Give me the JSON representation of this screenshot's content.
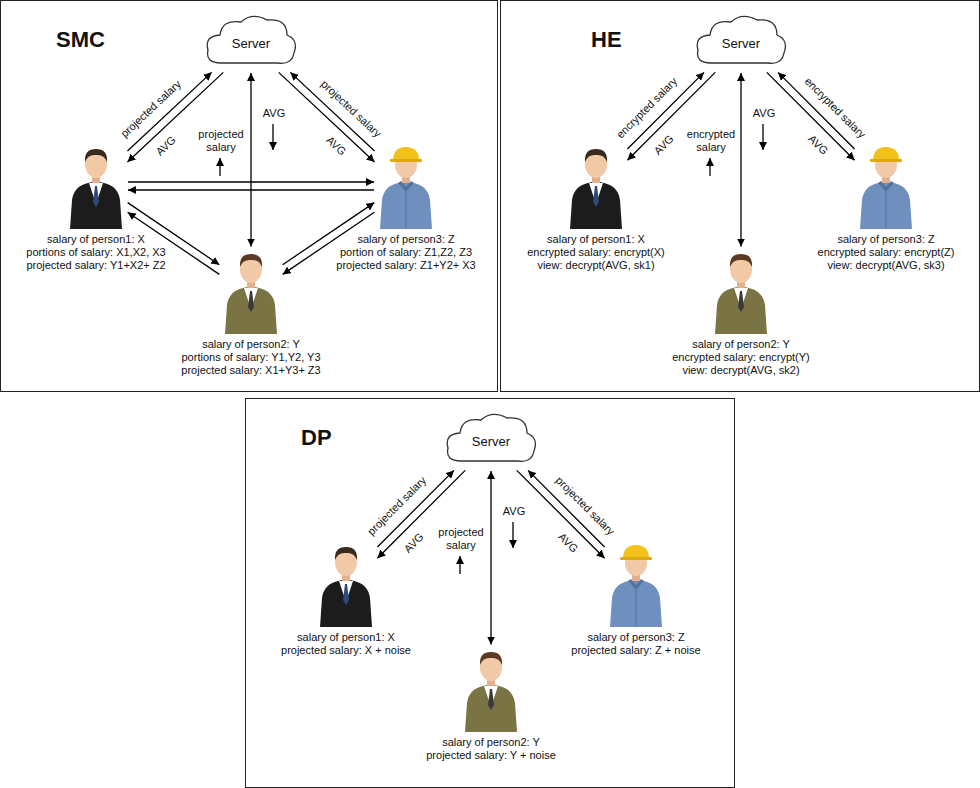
{
  "diagram": {
    "nodes": [
      {
        "text": [
          "SMC"
        ]
      },
      {
        "text": [
          "Server"
        ],
        "in": 0
      },
      {
        "text": [
          "salary of person1: X",
          "portions of salary: X1,X2, X3",
          "projected salary: Y1+X2+ Z2"
        ],
        "in": 0
      },
      {
        "text": [
          "salary of person2: Y",
          "portions of salary: Y1,Y2, Y3",
          "projected salary: X1+Y3+ Z3"
        ],
        "in": 0
      },
      {
        "text": [
          "salary of person3: Z",
          "portion of salary: Z1,Z2, Z3",
          "projected salary: Z1+Y2+ X3"
        ],
        "in": 0
      },
      {
        "text": [
          "HE"
        ]
      },
      {
        "text": [
          "Server"
        ],
        "in": 5
      },
      {
        "text": [
          "salary of person1: X",
          "encrypted salary: encrypt(X)",
          "view: decrypt(AVG, sk1)"
        ],
        "in": 5
      },
      {
        "text": [
          "salary of person2: Y",
          "encrypted salary: encrypt(Y)",
          "view: decrypt(AVG, sk2)"
        ],
        "in": 5
      },
      {
        "text": [
          "salary of person3: Z",
          "encrypted salary: encrypt(Z)",
          "view: decrypt(AVG, sk3)"
        ],
        "in": 5
      },
      {
        "text": [
          "DP"
        ]
      },
      {
        "text": [
          "Server"
        ],
        "in": 10
      },
      {
        "text": [
          "salary of person1: X",
          "projected salary: X + noise"
        ],
        "in": 10
      },
      {
        "text": [
          "salary of person2: Y",
          "projected salary: Y + noise"
        ],
        "in": 10
      },
      {
        "text": [
          "salary of person3: Z",
          "projected salary: Z + noise"
        ],
        "in": 10
      }
    ],
    "edges": [
      {
        "from": 2,
        "to": 1,
        "label": "projected salary",
        "arrow": "to"
      },
      {
        "from": 1,
        "to": 2,
        "label": "AVG",
        "arrow": "to"
      },
      {
        "from": 3,
        "to": 1,
        "arrow": "both"
      },
      {
        "from": 4,
        "to": 1,
        "label": "projected salary",
        "arrow": "to"
      },
      {
        "from": 1,
        "to": 4,
        "label": "AVG",
        "arrow": "to"
      },
      {
        "from": 2,
        "to": 4,
        "arrow": "to"
      },
      {
        "from": 4,
        "to": 2,
        "arrow": "to"
      },
      {
        "from": 2,
        "to": 3,
        "arrow": "to"
      },
      {
        "from": 3,
        "to": 2,
        "arrow": "to"
      },
      {
        "from": 3,
        "to": 4,
        "arrow": "to"
      },
      {
        "from": 4,
        "to": 3,
        "arrow": "to"
      },
      {
        "from": 7,
        "to": 6,
        "label": "encrypted salary",
        "arrow": "to"
      },
      {
        "from": 6,
        "to": 7,
        "label": "AVG",
        "arrow": "to"
      },
      {
        "from": 8,
        "to": 6,
        "arrow": "both"
      },
      {
        "from": 9,
        "to": 6,
        "label": "encrypted salary",
        "arrow": "to"
      },
      {
        "from": 6,
        "to": 9,
        "label": "AVG",
        "arrow": "to"
      },
      {
        "from": 12,
        "to": 11,
        "label": "projected salary",
        "arrow": "to"
      },
      {
        "from": 11,
        "to": 12,
        "label": "AVG",
        "arrow": "to"
      },
      {
        "from": 13,
        "to": 11,
        "arrow": "both"
      },
      {
        "from": 14,
        "to": 11,
        "label": "projected salary",
        "arrow": "to"
      },
      {
        "from": 11,
        "to": 14,
        "label": "AVG",
        "arrow": "to"
      }
    ],
    "labels": [
      "projected salary",
      "AVG",
      "encrypted salary",
      "AVG",
      "projected salary",
      "AVG"
    ]
  }
}
